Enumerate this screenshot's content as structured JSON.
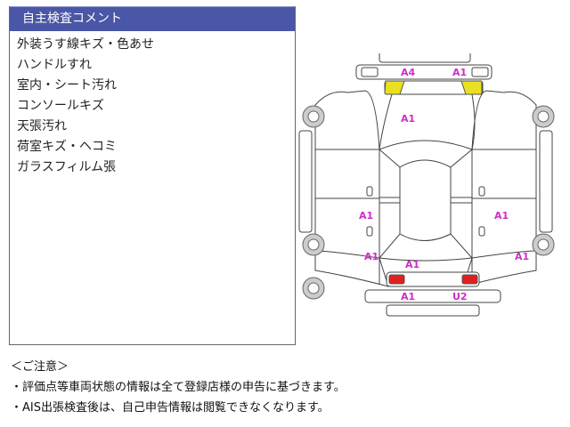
{
  "comment_panel": {
    "title": "自主検査コメント",
    "items": [
      "外装うす線キズ・色あせ",
      "ハンドルすれ",
      "室内・シート汚れ",
      "コンソールキズ",
      "天張汚れ",
      "荷室キズ・ヘコミ",
      "ガラスフィルム張"
    ]
  },
  "notes": {
    "heading": "＜ご注意＞",
    "lines": [
      "・評価点等車両状態の情報は全て登録店様の申告に基づきます。",
      "・AIS出張検査後は、自己申告情報は閲覧できなくなります。"
    ]
  },
  "diagram": {
    "colors": {
      "label": "#d02cc8",
      "yellow_mark": "#e8e020",
      "red_mark": "#e02020"
    },
    "labels": {
      "front_bumper_left": "A4",
      "front_bumper_right": "A1",
      "hood": "A1",
      "left_rear_door": "A1",
      "right_rear_door": "A1",
      "left_rear_fender": "A1",
      "right_rear_fender": "A1",
      "rear_panel": "A1",
      "rear_bumper_left": "A1",
      "rear_bumper_right": "U2"
    }
  }
}
